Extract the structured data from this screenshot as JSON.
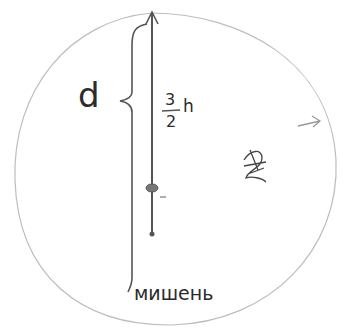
{
  "diagram": {
    "labels": [
      "d",
      "3",
      "2",
      "h",
      "мишень"
    ]
  }
}
